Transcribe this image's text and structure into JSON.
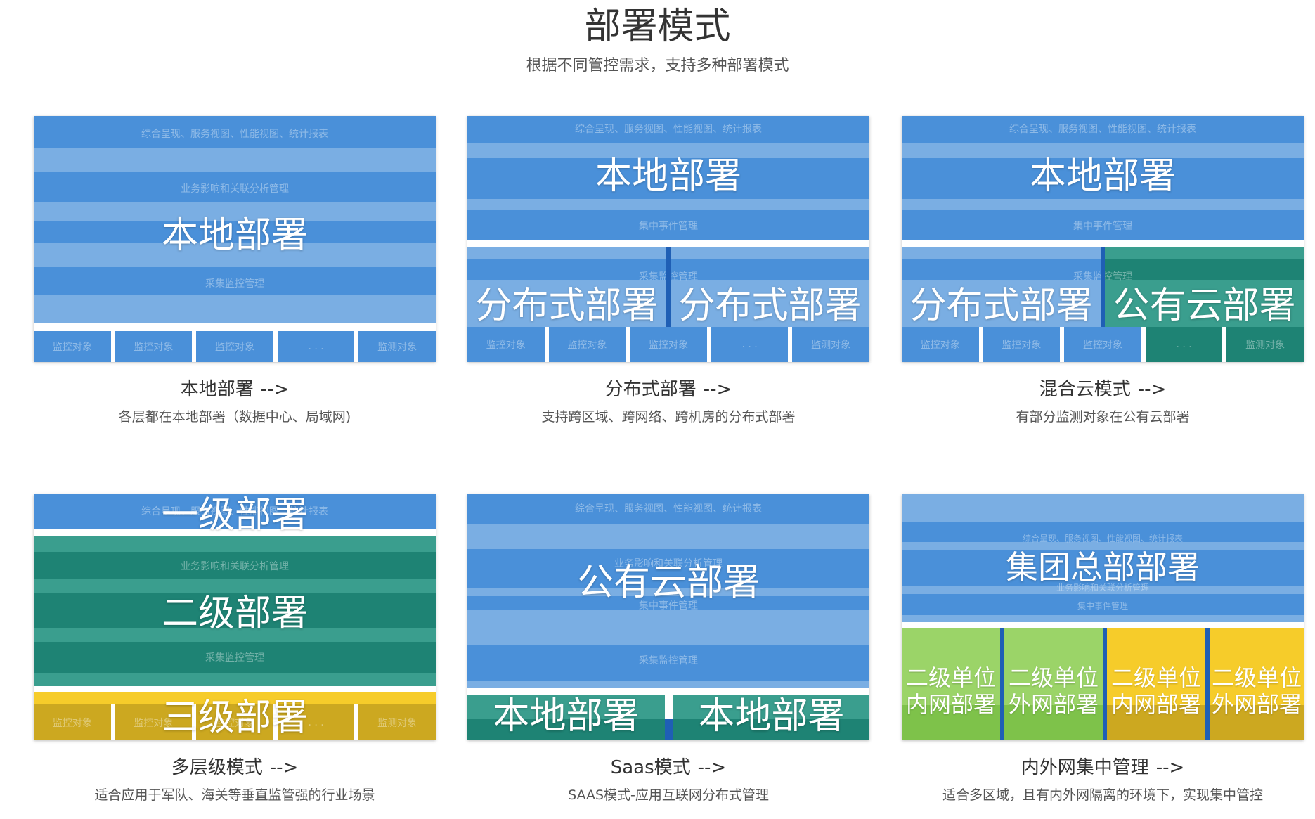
{
  "header": {
    "title": "部署模式",
    "subtitle": "根据不同管控需求，支持多种部署模式"
  },
  "common": {
    "arrow": "-->",
    "layer_presentation": "综合呈现、服务视图、性能视图、统计报表",
    "layer_business": "业务影响和关联分析管理",
    "layer_event": "集中事件管理",
    "layer_collect": "采集监控管理",
    "monitor_object": "监控对象",
    "ellipsis": ". . .",
    "monitor_object_alt": "监测对象"
  },
  "cards": [
    {
      "title": "本地部署",
      "desc": "各层都在本地部署（数据中心、局域网)",
      "labels": [
        "本地部署"
      ]
    },
    {
      "title": "分布式部署",
      "desc": "支持跨区域、跨网络、跨机房的分布式部署",
      "labels": [
        "本地部署",
        "分布式部署",
        "分布式部署"
      ]
    },
    {
      "title": "混合云模式",
      "desc": "有部分监测对象在公有云部署",
      "labels": [
        "本地部署",
        "分布式部署",
        "公有云部署"
      ]
    },
    {
      "title": "多层级模式",
      "desc": "适合应用于军队、海关等垂直监管强的行业场景",
      "labels": [
        "一级部署",
        "二级部署",
        "三级部署"
      ]
    },
    {
      "title": "Saas模式",
      "desc": "SAAS模式-应用互联网分布式管理",
      "labels": [
        "公有云部署",
        "本地部署",
        "本地部署"
      ]
    },
    {
      "title": "内外网集中管理",
      "desc": "适合多区域，且有内外网隔离的环境下，实现集中管控",
      "labels": [
        "集团总部部署",
        "二级单位",
        "内网部署",
        "二级单位",
        "外网部署",
        "二级单位",
        "内网部署",
        "二级单位",
        "外网部署"
      ]
    }
  ],
  "colors": {
    "blue_dark": "#4a90d9",
    "blue_light": "#7aaee3",
    "teal_dark": "#1e8374",
    "teal_light": "#3a9e8e",
    "yellow_dark": "#cca820",
    "yellow_light": "#f6cc2a",
    "green_dark": "#7ec24a",
    "green_light": "#9bd468",
    "divider_blue": "#1f5fb5"
  }
}
